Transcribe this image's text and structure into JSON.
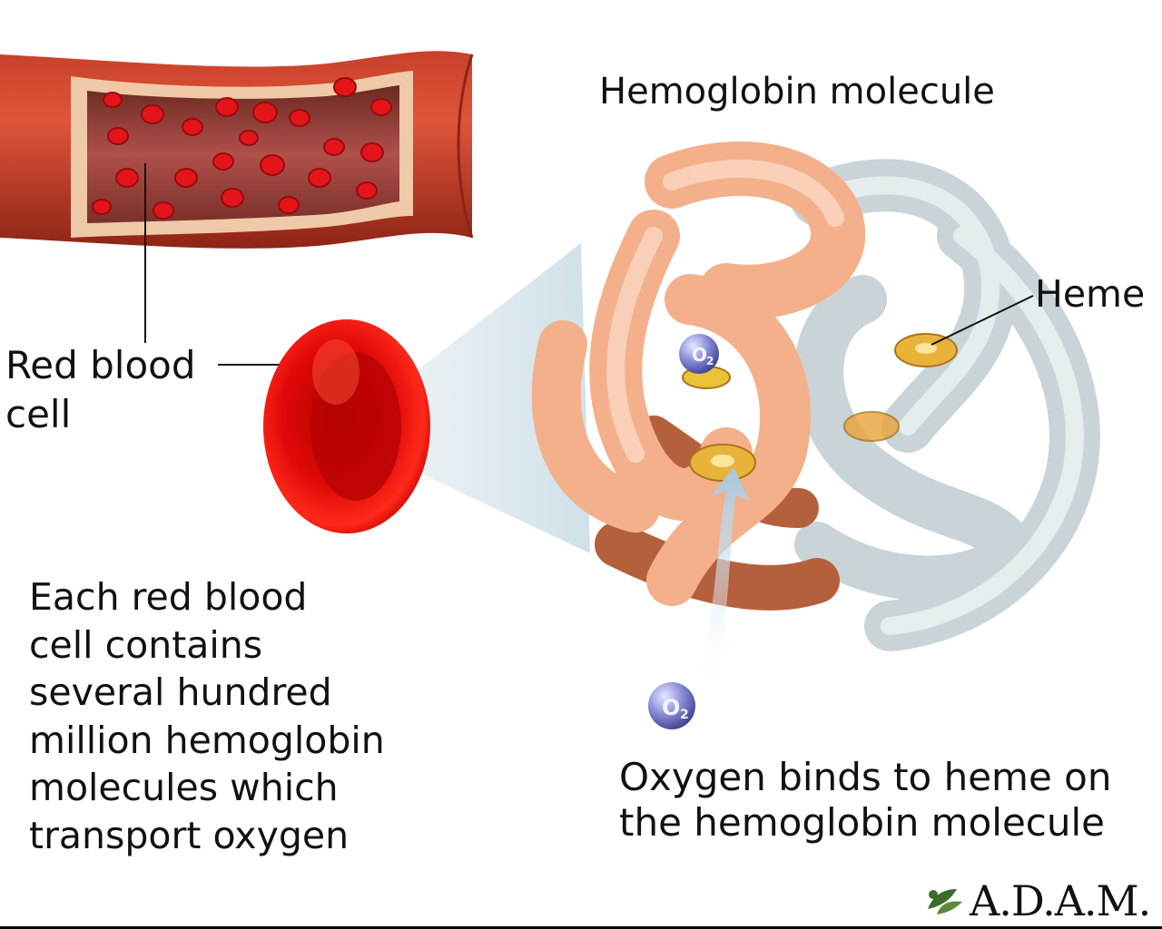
{
  "title": "Hemoglobin molecule",
  "labels": {
    "heme": "Heme",
    "red_blood_cell": [
      "Red blood",
      "cell"
    ],
    "o2_symbol": "O",
    "o2_subscript": "2"
  },
  "description": [
    "Each red blood",
    "cell contains",
    "several hundred",
    "million hemoglobin",
    "molecules which",
    "transport oxygen"
  ],
  "caption": [
    "Oxygen binds to heme on",
    "the hemoglobin molecule"
  ],
  "logo": "A.D.A.M."
}
